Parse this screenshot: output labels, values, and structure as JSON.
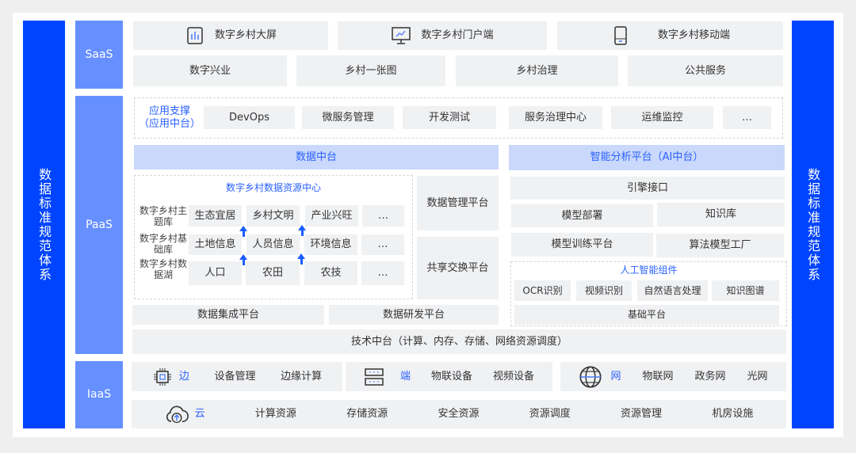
{
  "side_left": "数据标准规范体系",
  "side_right": "数据标准规范体系",
  "layers": {
    "saas": "SaaS",
    "paas": "PaaS",
    "iaas": "IaaS"
  },
  "saas": {
    "row1": [
      "数字乡村大屏",
      "数字乡村门户端",
      "数字乡村移动端"
    ],
    "row2": [
      "数字兴业",
      "乡村一张图",
      "乡村治理",
      "公共服务"
    ]
  },
  "paas": {
    "app_support": {
      "title1": "应用支撑",
      "title2": "（应用中台）",
      "items": [
        "DevOps",
        "微服务管理",
        "开发测试",
        "服务治理中心",
        "运维监控",
        "…"
      ]
    },
    "data_platform": "数据中台",
    "resource_center": {
      "title": "数字乡村数据资源中心",
      "row_labels": [
        "数字乡村主题库",
        "数字乡村基础库",
        "数字乡村数据湖"
      ],
      "rows": [
        [
          "生态宜居",
          "乡村文明",
          "产业兴旺",
          "…"
        ],
        [
          "土地信息",
          "人员信息",
          "环境信息",
          "…"
        ],
        [
          "人口",
          "农田",
          "农技",
          "…"
        ]
      ]
    },
    "data_mgmt": "数据管理平台",
    "data_share": "共享交换平台",
    "data_integration": "数据集成平台",
    "data_dev": "数据研发平台",
    "ai_platform": "智能分析平台（AI中台）",
    "engine": "引擎接口",
    "ai_items": [
      "模型部署",
      "知识库",
      "模型训练平台",
      "算法模型工厂"
    ],
    "ai_components": {
      "title": "人工智能组件",
      "items": [
        "OCR识别",
        "视频识别",
        "自然语言处理",
        "知识图谱"
      ],
      "base": "基础平台"
    },
    "tech_platform": "技术中台（计算、内存、存储、网络资源调度）"
  },
  "iaas": {
    "edge": {
      "label": "边",
      "items": [
        "设备管理",
        "边缘计算"
      ]
    },
    "device": {
      "label": "端",
      "items": [
        "物联设备",
        "视频设备"
      ]
    },
    "net": {
      "label": "网",
      "items": [
        "物联网",
        "政务网",
        "光网"
      ]
    },
    "cloud": {
      "label": "云",
      "items": [
        "计算资源",
        "存储资源",
        "安全资源",
        "资源调度",
        "资源管理",
        "机房设施"
      ]
    }
  },
  "colors": {
    "primary": "#0044ff",
    "layer": "#6690ff",
    "band": "#c9d8fb",
    "accent": "#2b62ff",
    "box": "#f0f1f3"
  }
}
